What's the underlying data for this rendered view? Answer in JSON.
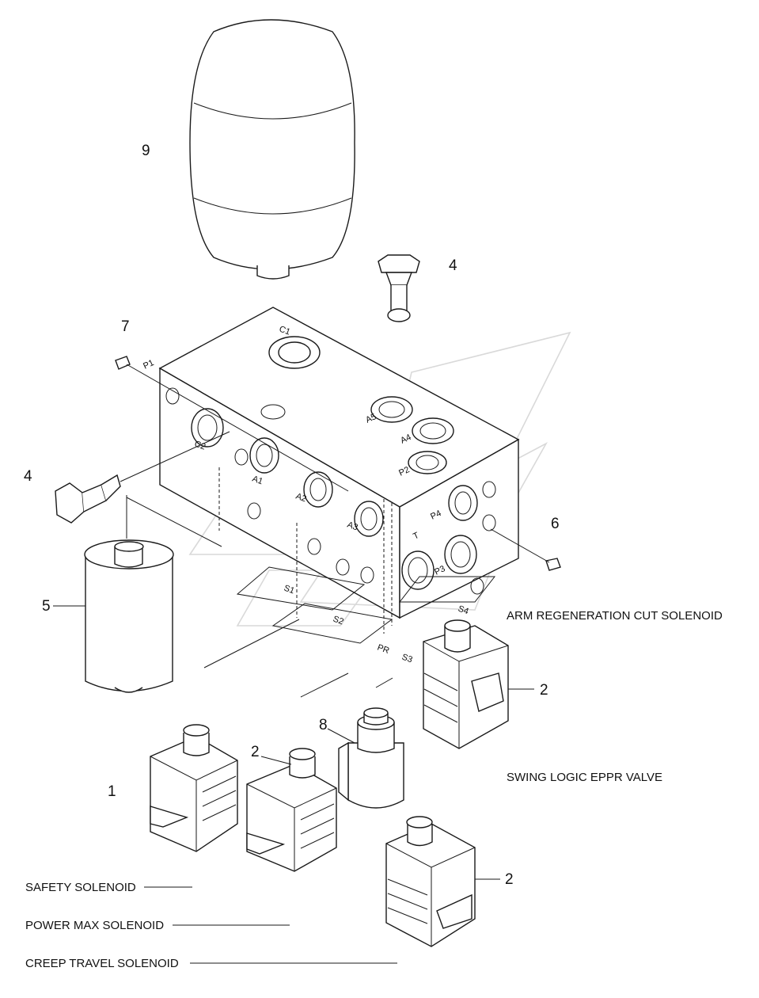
{
  "callouts": {
    "n9": "9",
    "n4a": "4",
    "n7": "7",
    "n4b": "4",
    "n6": "6",
    "n5": "5",
    "n2a": "2",
    "n8": "8",
    "n2b": "2",
    "n1": "1",
    "n2c": "2"
  },
  "ports": {
    "c1": "C1",
    "p1": "P1",
    "c2": "C2",
    "a1": "A1",
    "a2": "A2",
    "a3": "A3",
    "a4": "A4",
    "a5": "A5",
    "p2": "P2",
    "p3": "P3",
    "p4": "P4",
    "t": "T",
    "s1": "S1",
    "s2": "S2",
    "s3": "S3",
    "s4": "S4",
    "pr": "PR"
  },
  "captions": {
    "arm_regen": "ARM REGENERATION CUT SOLENOID",
    "swing_logic": "SWING LOGIC EPPR VALVE",
    "safety": "SAFETY SOLENOID",
    "power_max": "POWER MAX SOLENOID",
    "creep_travel": "CREEP TRAVEL SOLENOID"
  }
}
